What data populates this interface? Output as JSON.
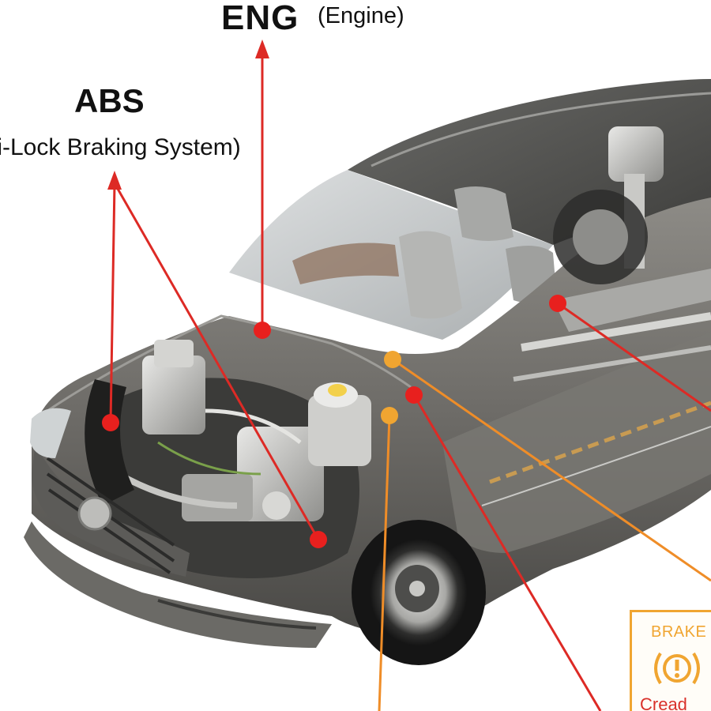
{
  "labels": {
    "eng_abbr": "ENG",
    "eng_full": "(Engine)",
    "abs_abbr": "ABS",
    "abs_full": "ti-Lock Braking System)"
  },
  "warning_panel": {
    "title": "BRAKE",
    "icon": "brake-warning-icon",
    "symbol": "(!)",
    "bottom_text": "Cread"
  },
  "colors": {
    "red_marker": "#e8201e",
    "orange_marker": "#f0a531",
    "red_line": "#dd2a25",
    "orange_line": "#ef8d28"
  }
}
